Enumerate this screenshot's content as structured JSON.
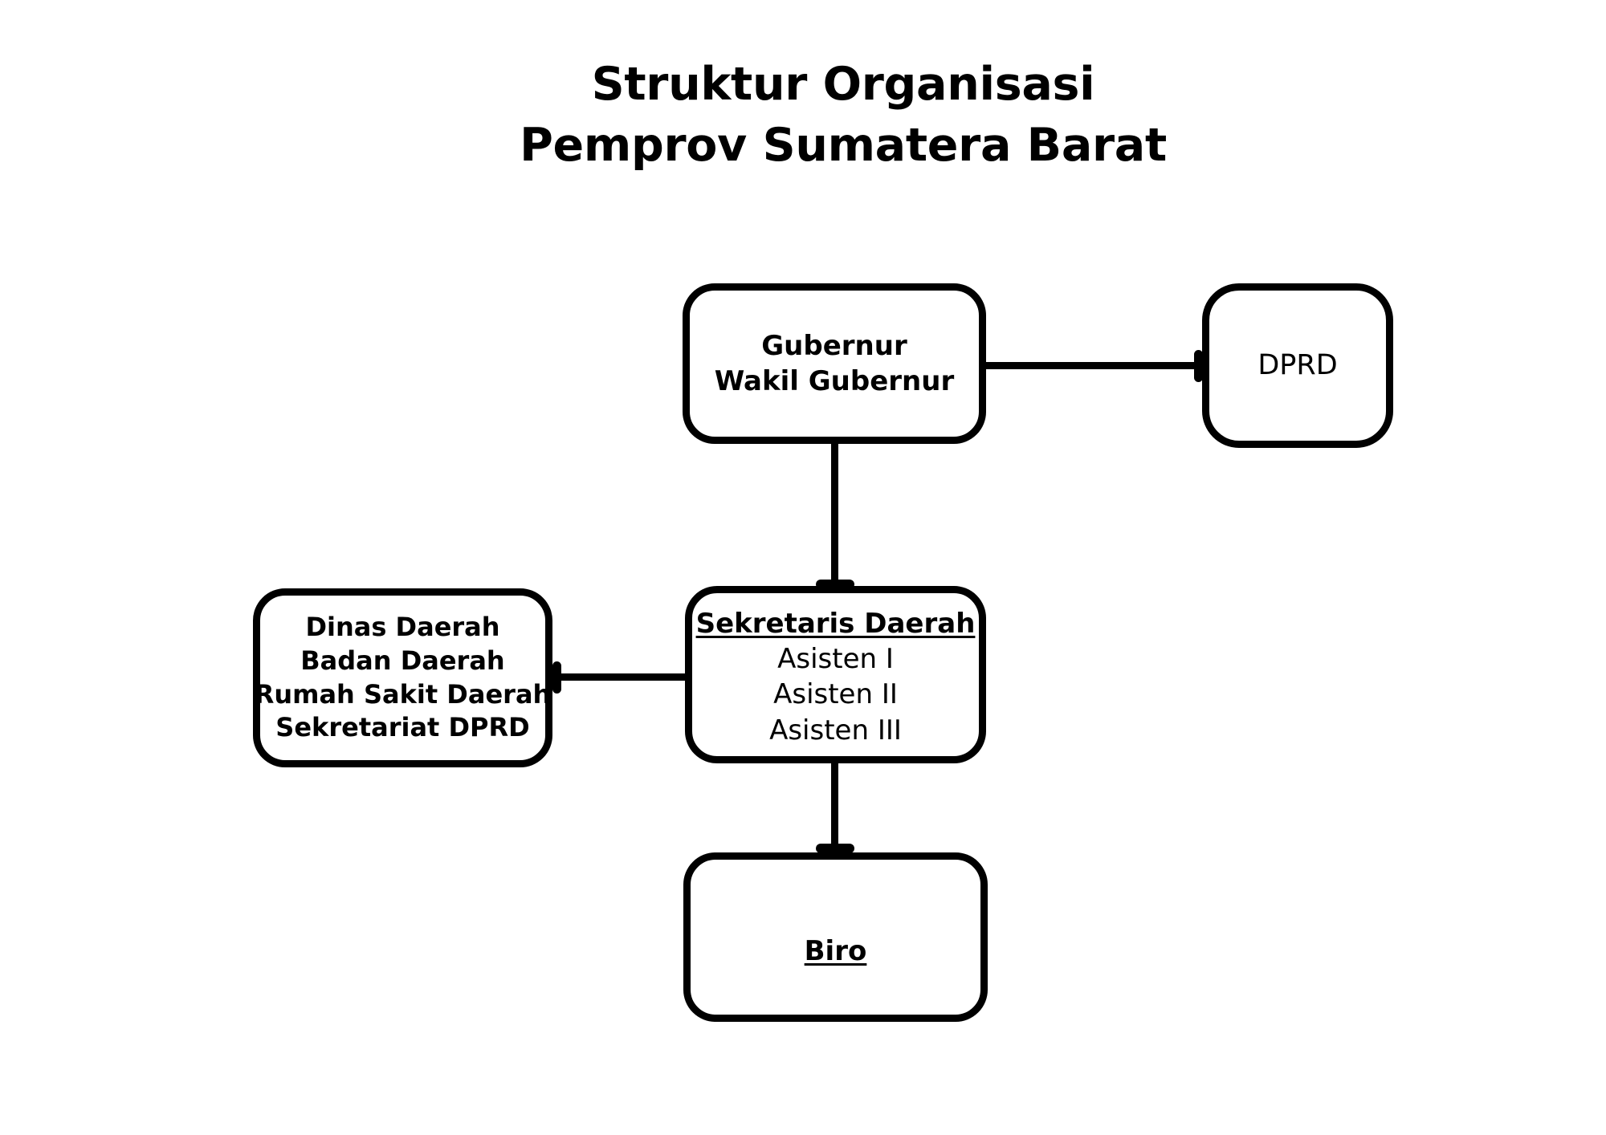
{
  "page": {
    "background_color": "#ffffff",
    "ink_color": "#000000"
  },
  "title": {
    "line1": "Struktur Organisasi",
    "line2": "Pemprov Sumatera Barat"
  },
  "chart_data": {
    "type": "diagram",
    "diagram_kind": "organizational-chart",
    "title": "Struktur Organisasi Pemprov Sumatera Barat",
    "nodes": [
      {
        "id": "gubernur",
        "lines": [
          "Gubernur",
          "Wakil Gubernur"
        ],
        "styles": [
          "bold",
          "bold"
        ]
      },
      {
        "id": "dprd",
        "lines": [
          "DPRD"
        ],
        "styles": [
          "normal"
        ]
      },
      {
        "id": "sekretaris",
        "lines": [
          "Sekretaris Daerah",
          "Asisten I",
          "Asisten II",
          "Asisten III"
        ],
        "styles": [
          "bold-underline",
          "normal",
          "normal",
          "normal"
        ]
      },
      {
        "id": "dinas",
        "lines": [
          "Dinas Daerah",
          "Badan Daerah",
          "Rumah Sakit Daerah",
          "Sekretariat DPRD"
        ],
        "styles": [
          "bold",
          "bold",
          "bold",
          "bold"
        ]
      },
      {
        "id": "biro",
        "lines": [
          "Biro"
        ],
        "styles": [
          "bold-underline"
        ]
      }
    ],
    "edges": [
      {
        "from": "gubernur",
        "to": "dprd",
        "orientation": "horizontal",
        "cap": "t-bar-at-target"
      },
      {
        "from": "gubernur",
        "to": "sekretaris",
        "orientation": "vertical",
        "cap": "t-bar-at-target"
      },
      {
        "from": "sekretaris",
        "to": "dinas",
        "orientation": "horizontal",
        "cap": "t-bar-at-target"
      },
      {
        "from": "sekretaris",
        "to": "biro",
        "orientation": "vertical",
        "cap": "t-bar-at-target"
      }
    ]
  },
  "nodes": {
    "gubernur": {
      "line1": "Gubernur",
      "line2": "Wakil Gubernur"
    },
    "dprd": {
      "line1": "DPRD"
    },
    "sekretaris": {
      "line1": "Sekretaris Daerah",
      "line2": "Asisten I",
      "line3": "Asisten II",
      "line4": "Asisten III"
    },
    "dinas": {
      "line1": "Dinas Daerah",
      "line2": "Badan Daerah",
      "line3": "Rumah Sakit Daerah",
      "line4": "Sekretariat DPRD"
    },
    "biro": {
      "line1": "Biro"
    }
  }
}
